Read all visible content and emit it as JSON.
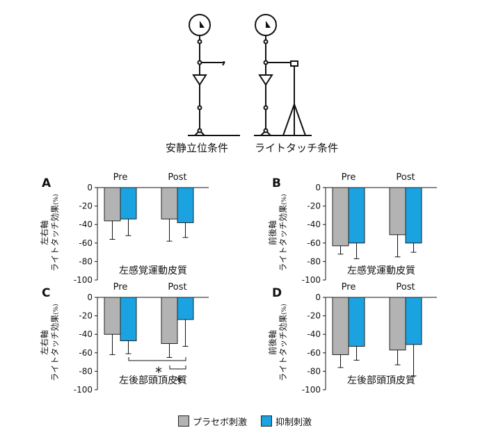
{
  "conditions": {
    "quiet": "安静立位条件",
    "light_touch": "ライトタッチ条件"
  },
  "legend": {
    "placebo": "プラセボ刺激",
    "inhibit": "抑制刺激"
  },
  "colors": {
    "placebo": "#b3b3b3",
    "inhibit": "#1aa3e0",
    "stroke": "#222222"
  },
  "chart_data": [
    {
      "type": "bar",
      "panel": "A",
      "title": "左感覚運動皮質",
      "ylabel": [
        "左右軸",
        "ライトタッチ効果",
        "(%)"
      ],
      "categories": [
        "Pre",
        "Post"
      ],
      "ylim": [
        -100,
        0
      ],
      "yticks": [
        0,
        -20,
        -40,
        -60,
        -80,
        -100
      ],
      "series": [
        {
          "key": "placebo",
          "values": [
            -36,
            -34
          ],
          "err": [
            20,
            24
          ]
        },
        {
          "key": "inhibit",
          "values": [
            -34,
            -38
          ],
          "err": [
            18,
            16
          ]
        }
      ]
    },
    {
      "type": "bar",
      "panel": "B",
      "title": "左感覚運動皮質",
      "ylabel": [
        "前後軸",
        "ライトタッチ効果",
        "(%)"
      ],
      "categories": [
        "Pre",
        "Post"
      ],
      "ylim": [
        -100,
        0
      ],
      "yticks": [
        0,
        -20,
        -40,
        -60,
        -80,
        -100
      ],
      "series": [
        {
          "key": "placebo",
          "values": [
            -63,
            -51
          ],
          "err": [
            9,
            24
          ]
        },
        {
          "key": "inhibit",
          "values": [
            -60,
            -60
          ],
          "err": [
            17,
            10
          ]
        }
      ]
    },
    {
      "type": "bar",
      "panel": "C",
      "title": "左後部頭頂皮質",
      "ylabel": [
        "左右軸",
        "ライトタッチ効果",
        "(%)"
      ],
      "categories": [
        "Pre",
        "Post"
      ],
      "ylim": [
        -100,
        0
      ],
      "yticks": [
        0,
        -20,
        -40,
        -60,
        -80,
        -100
      ],
      "series": [
        {
          "key": "placebo",
          "values": [
            -40,
            -50
          ],
          "err": [
            22,
            15
          ]
        },
        {
          "key": "inhibit",
          "values": [
            -47,
            -24
          ],
          "err": [
            14,
            29
          ]
        }
      ],
      "annotations": [
        "*",
        "*"
      ]
    },
    {
      "type": "bar",
      "panel": "D",
      "title": "左後部頭頂皮質",
      "ylabel": [
        "前後軸",
        "ライトタッチ効果",
        "(%)"
      ],
      "categories": [
        "Pre",
        "Post"
      ],
      "ylim": [
        -100,
        0
      ],
      "yticks": [
        0,
        -20,
        -40,
        -60,
        -80,
        -100
      ],
      "series": [
        {
          "key": "placebo",
          "values": [
            -62,
            -57
          ],
          "err": [
            14,
            16
          ]
        },
        {
          "key": "inhibit",
          "values": [
            -53,
            -51
          ],
          "err": [
            15,
            34
          ]
        }
      ]
    }
  ]
}
